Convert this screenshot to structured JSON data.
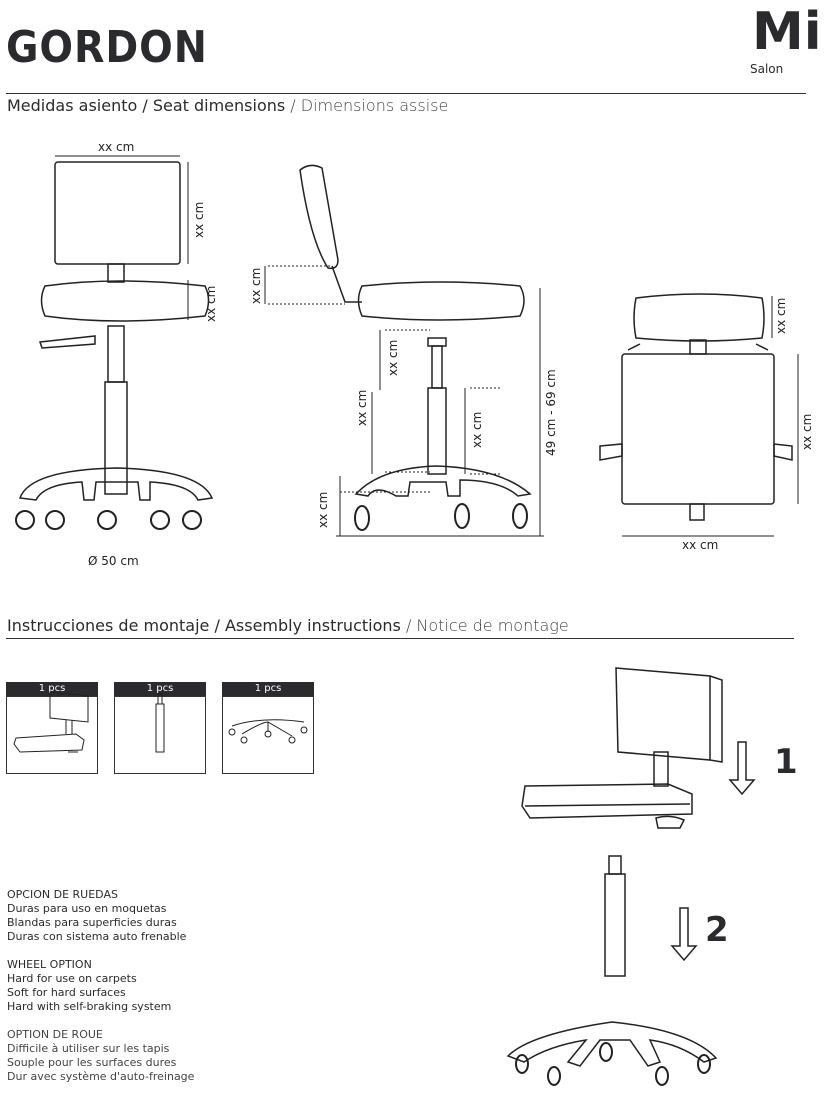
{
  "header": {
    "title": "GORDON",
    "logo_mark": "Mi",
    "logo_text": "Salon"
  },
  "sections": {
    "dimensions": {
      "es": "Medidas asiento",
      "en": "Seat dimensions",
      "fr": "Dimensions assise",
      "sep": " / "
    },
    "assembly": {
      "es": "Instrucciones de montaje",
      "en": "Assembly instructions",
      "fr": "Notice de montage",
      "sep": " / "
    }
  },
  "front_view": {
    "width": "xx cm",
    "back_height": "xx cm",
    "seat_height": "xx cm",
    "base_diameter": "Ø 50 cm"
  },
  "side_view": {
    "back_offset": "xx cm",
    "seat_to_column": "xx cm",
    "column": "xx cm",
    "column_right": "xx cm",
    "height_range": "49 cm - 69 cm",
    "base_height": "xx cm"
  },
  "top_view": {
    "back_depth": "xx cm",
    "seat_depth": "xx cm",
    "seat_width": "xx cm"
  },
  "parts": [
    {
      "qty": "1 pcs",
      "name": "seat-backrest"
    },
    {
      "qty": "1 pcs",
      "name": "gas-cylinder"
    },
    {
      "qty": "1 pcs",
      "name": "base-with-wheels"
    }
  ],
  "steps": [
    "1",
    "2"
  ],
  "wheel_options": [
    {
      "heading": "OPCION DE RUEDAS",
      "lines": [
        "Duras para uso en moquetas",
        "Blandas para superficies duras",
        "Duras con sistema auto frenable"
      ]
    },
    {
      "heading": "WHEEL OPTION",
      "lines": [
        "Hard for use on carpets",
        "Soft for hard surfaces",
        "Hard with self-braking system"
      ]
    },
    {
      "heading": "OPTION DE ROUE",
      "lines": [
        "Difficile à utiliser sur les tapis",
        "Souple pour les surfaces dures",
        "Dur avec système d'auto-freinage"
      ]
    }
  ]
}
